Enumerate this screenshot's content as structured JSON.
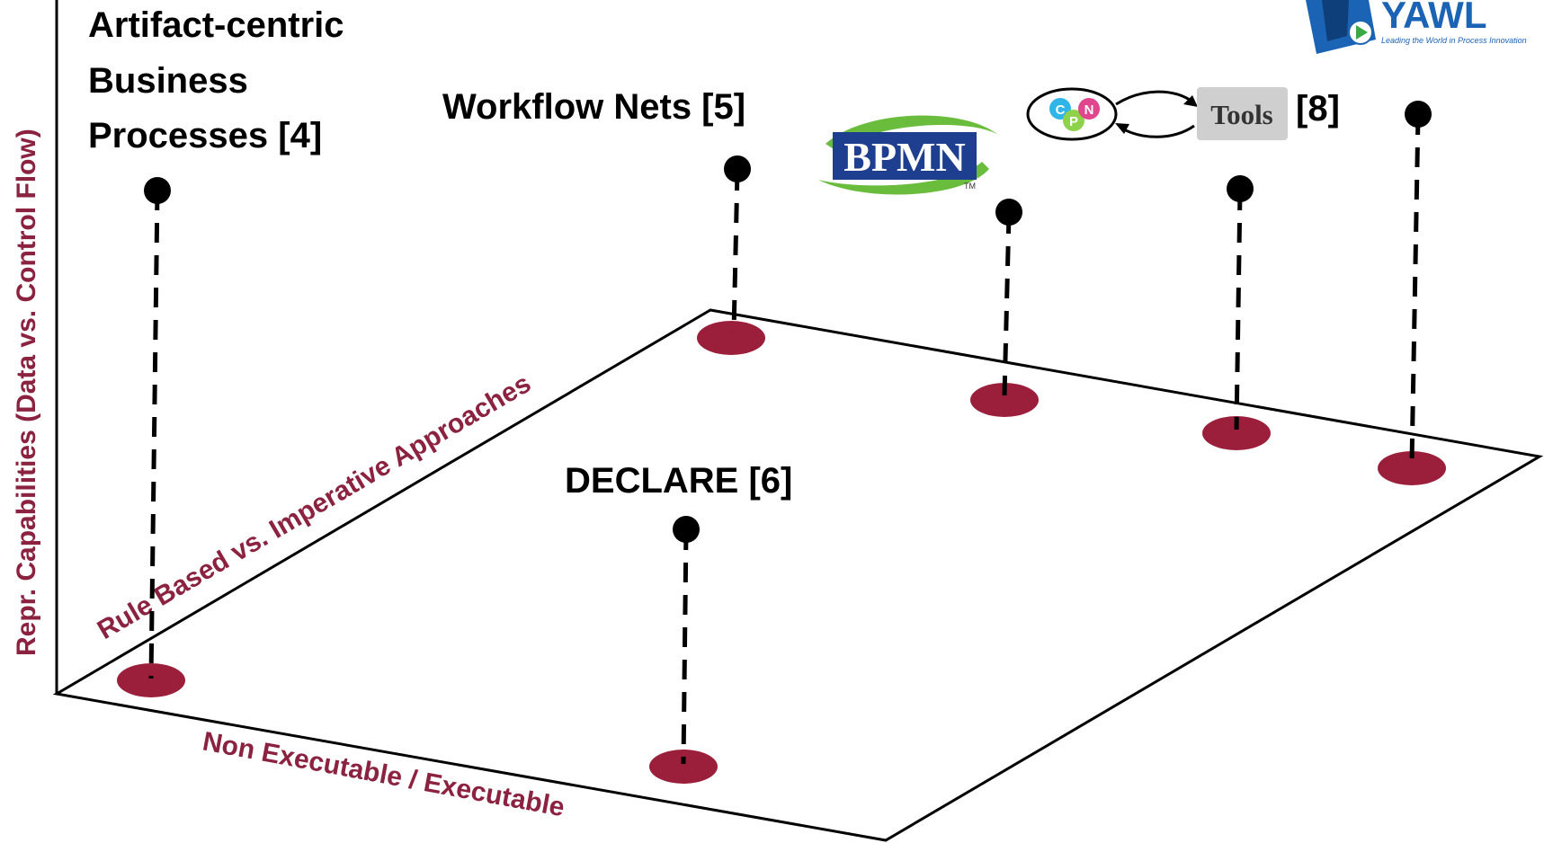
{
  "colors": {
    "axis_text": "#8b2240",
    "ellipse": "#9b1f3a",
    "line": "#000000",
    "bpmn_text": "#1e3f8f",
    "bpmn_ring": "#6abd3c",
    "yawl_blue": "#1b63b5",
    "tools_bg": "#cfcfcf"
  },
  "axes": {
    "vertical": "Repr. Capabilities (Data vs. Control Flow)",
    "depth": "Rule Based vs. Imperative Approaches",
    "horizontal": "Non Executable / Executable"
  },
  "labels": {
    "artifact_line1": "Artifact-centric",
    "artifact_line2": "Business",
    "artifact_line3": "Processes [4]",
    "workflow_nets": "Workflow Nets [5]",
    "declare": "DECLARE [6]",
    "cpn_ref": "[8]"
  },
  "logos": {
    "bpmn_text": "BPMN",
    "bpmn_tm": "TM",
    "cpn_c": "C",
    "cpn_p": "P",
    "cpn_n": "N",
    "tools_text": "Tools",
    "yawl_text": "YAWL",
    "yawl_tagline": "Leading the World in Process Innovation"
  }
}
